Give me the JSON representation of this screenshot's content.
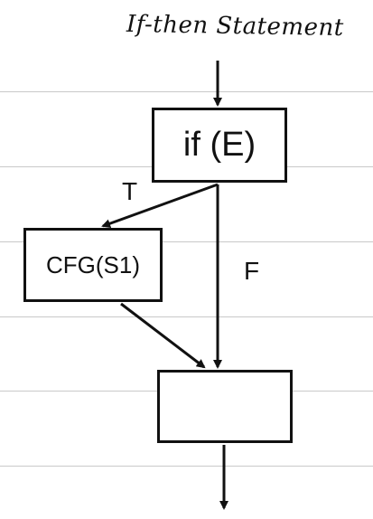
{
  "diagram": {
    "title": "If-then Statement",
    "condition_node": "if (E)",
    "then_node": "CFG(S1)",
    "exit_node": "",
    "true_label": "T",
    "false_label": "F"
  }
}
